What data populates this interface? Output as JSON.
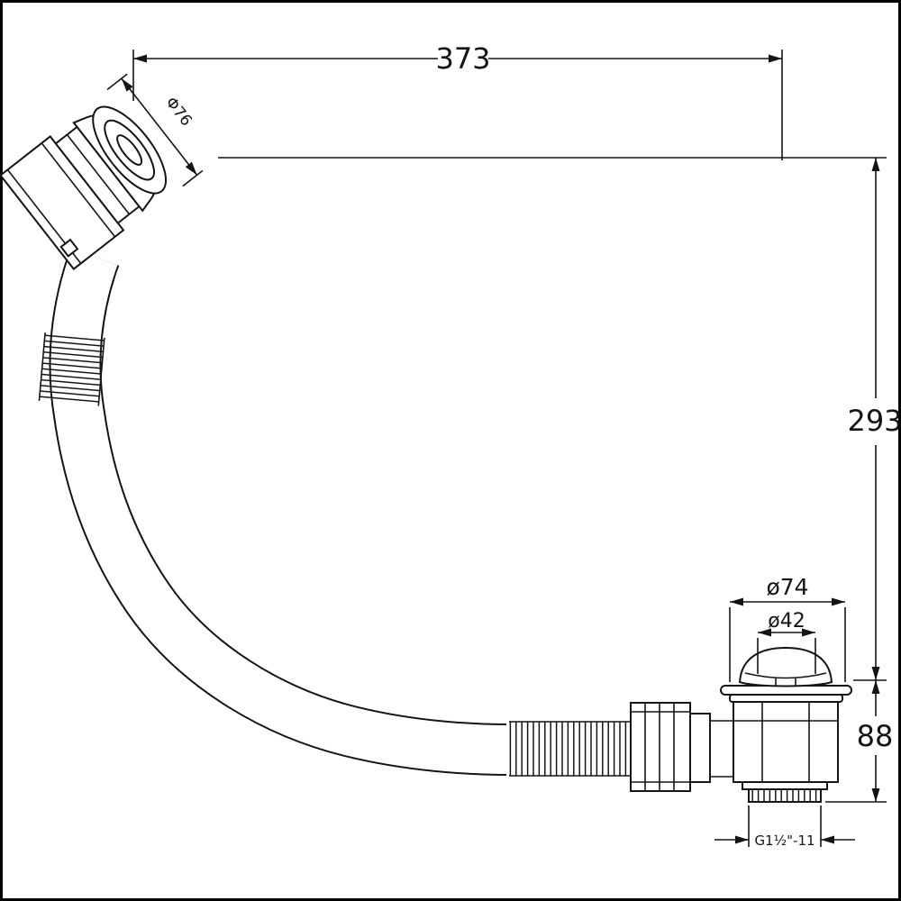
{
  "dims": {
    "overall_width": "373",
    "overall_height": "293",
    "waste_height": "88",
    "flange_diameter": "ø74",
    "plug_diameter": "ø42",
    "thread_spec": "G1½\"-11",
    "knob_diameter": "Φ76"
  },
  "colors": {
    "line": "#141414",
    "background": "#ffffff"
  }
}
